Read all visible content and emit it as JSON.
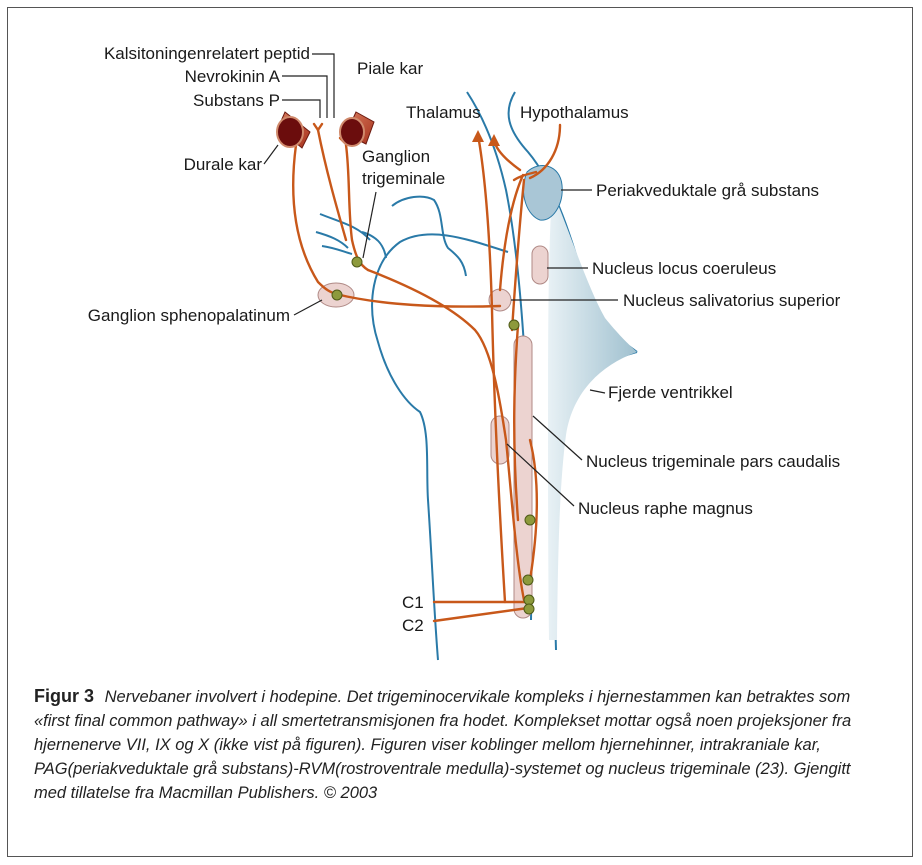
{
  "labels": {
    "cgrp": "Kalsitoningenrelatert peptid",
    "neurokinin": "Nevrokinin A",
    "substance_p": "Substans P",
    "pial": "Piale kar",
    "dural": "Durale kar",
    "ganglion_trig_1": "Ganglion",
    "ganglion_trig_2": "trigeminale",
    "thalamus": "Thalamus",
    "hypothalamus": "Hypothalamus",
    "pag": "Periakveduktale grå substans",
    "locus": "Nucleus locus coeruleus",
    "salivatorius": "Nucleus salivatorius superior",
    "spheno": "Ganglion sphenopalatinum",
    "ventricle": "Fjerde ventrikkel",
    "caudalis": "Nucleus trigeminale pars caudalis",
    "raphe": "Nucleus raphe magnus",
    "c1": "C1",
    "c2": "C2"
  },
  "caption": {
    "label": "Figur 3",
    "text": "Nervebaner involvert i hodepine. Det trigeminocervikale kompleks i hjernestammen kan betraktes som «first final common pathway» i all smertetransmisjonen fra hodet. Komplekset mottar også noen projeksjoner fra hjernenerve VII, IX og X (ikke vist på figuren). Figuren viser koblinger mellom hjernehinner, intrakraniale kar, PAG(periakveduktale grå substans)-RVM(rostroventrale medulla)-systemet og nucleus trigeminale (23). Gjengitt med tillatelse fra Macmillan Publishers. © 2003"
  },
  "colors": {
    "nerve": "#c8581a",
    "outline": "#2a7aa8",
    "nucleus_fill": "#ecd3d0",
    "pag_fill": "#a9c6d6",
    "ganglion_fill": "#8d9a3c",
    "vessel": "#8b1414"
  }
}
